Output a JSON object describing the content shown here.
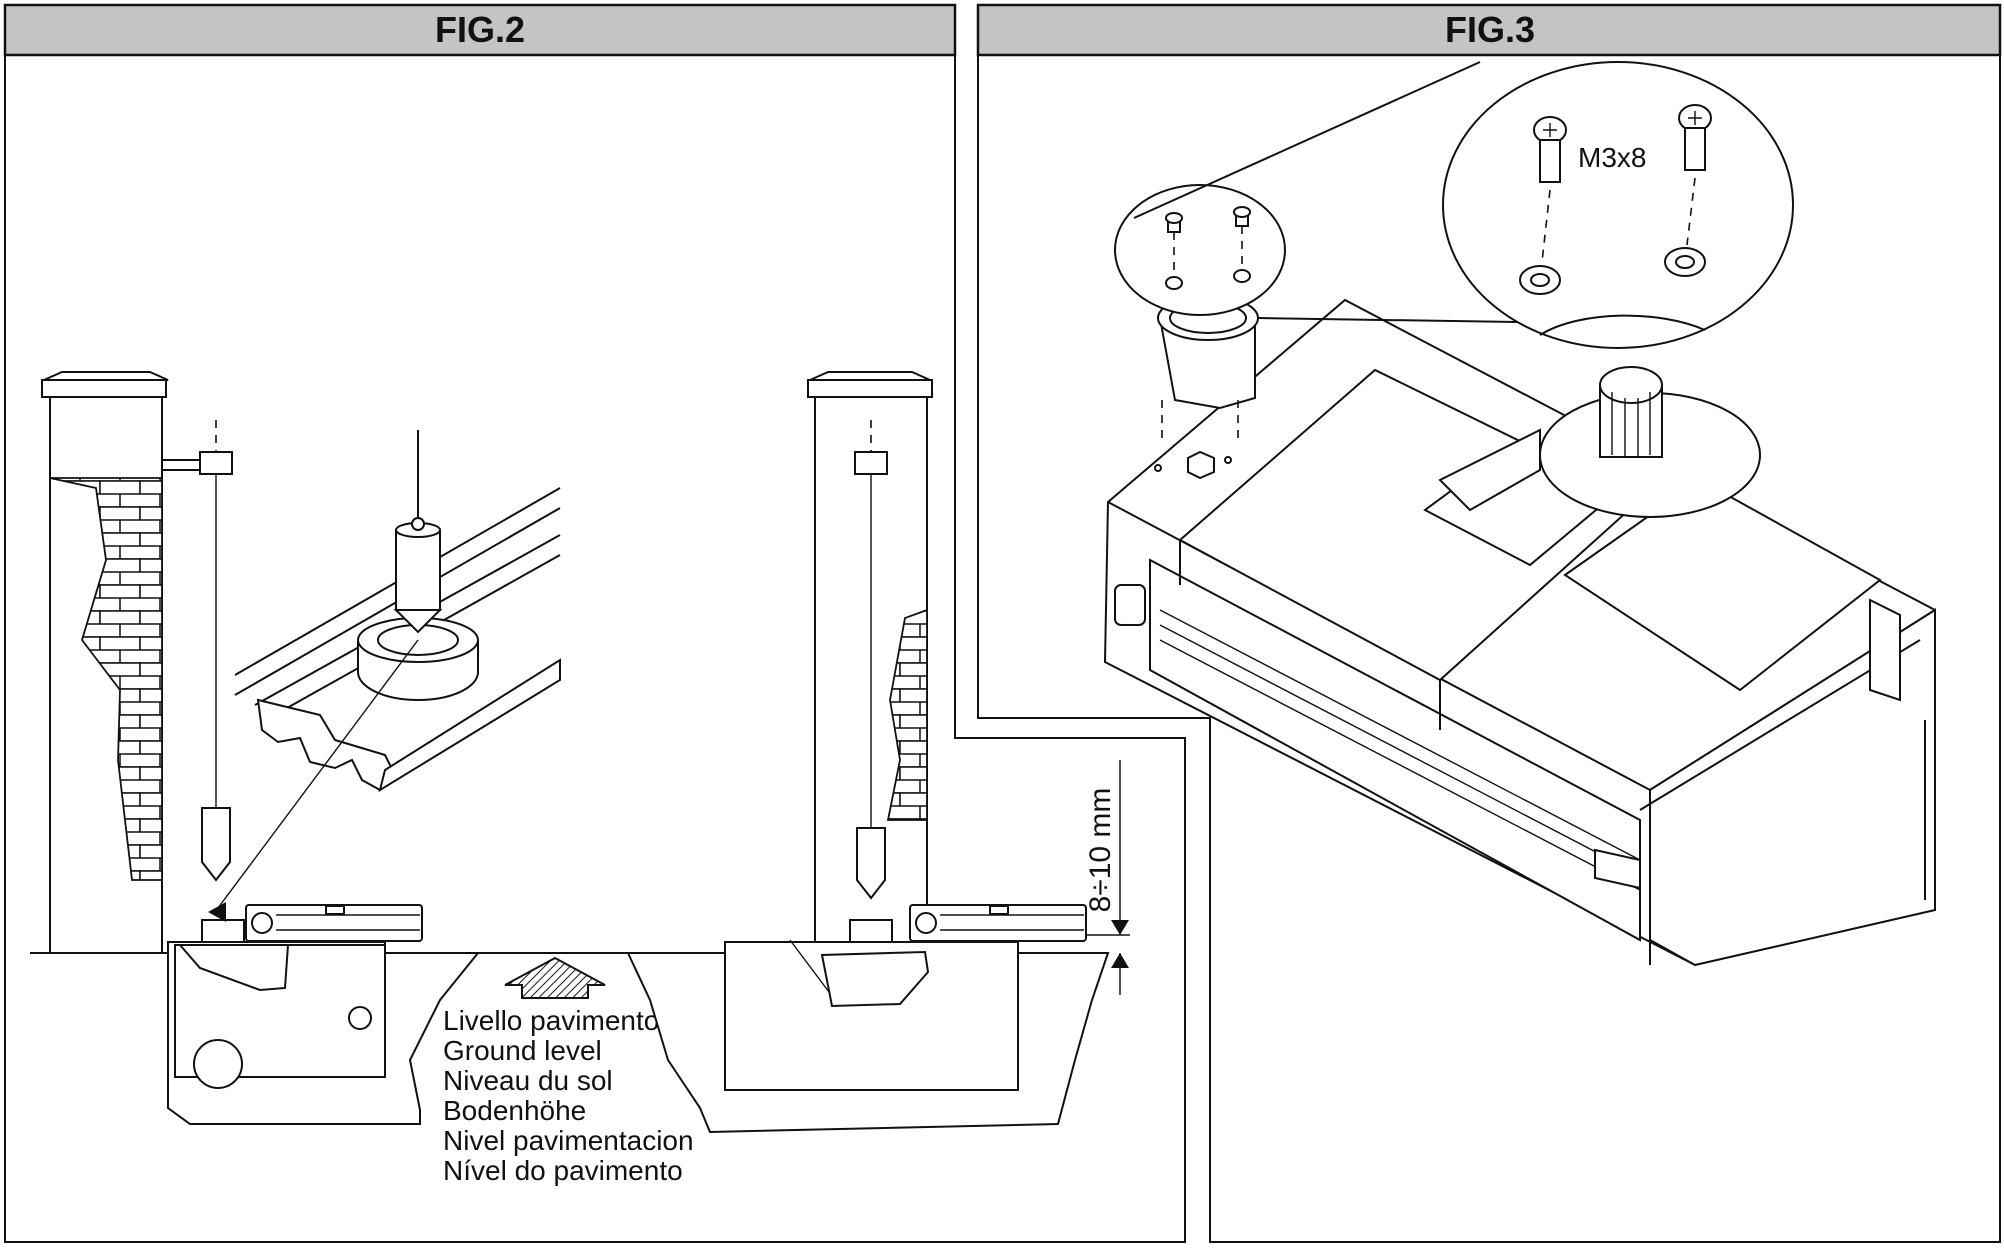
{
  "fig2": {
    "title": "FIG.2",
    "ground_labels": [
      "Livello pavimento",
      "Ground level",
      "Niveau du sol",
      "Bodenhöhe",
      "Nivel pavimentacion",
      "Nível do pavimento"
    ],
    "dimension": "8÷10 mm"
  },
  "fig3": {
    "title": "FIG.3",
    "screw_label": "M3x8"
  }
}
